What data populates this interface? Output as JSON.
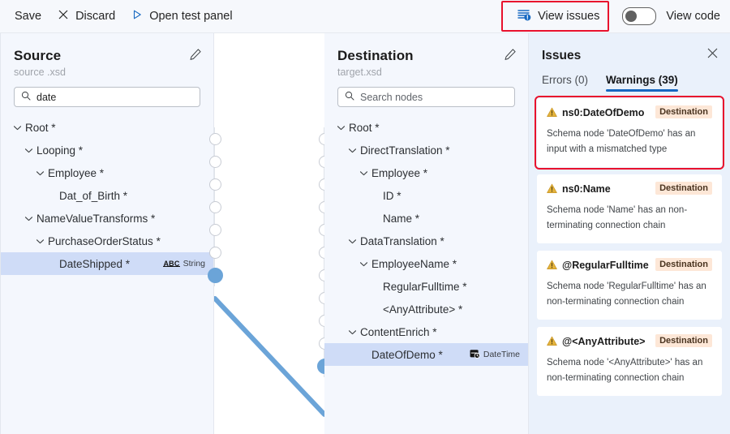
{
  "toolbar": {
    "save_label": "Save",
    "discard_label": "Discard",
    "discard_icon": "close-x-icon",
    "open_test_panel_label": "Open test panel",
    "open_test_panel_icon": "play-triangle-icon",
    "view_issues_label": "View issues",
    "view_issues_icon": "issue-list-badge-icon",
    "view_code_label": "View code",
    "view_code_toggle_state": "off",
    "highlight_color": "#e8112d",
    "accent_color": "#1668c1"
  },
  "source": {
    "title": "Source",
    "subtitle": "source .xsd",
    "edit_icon": "pencil-icon",
    "search": {
      "value": "date",
      "placeholder": "",
      "icon": "search-icon"
    },
    "tree": [
      {
        "label": "Root *",
        "depth": 0,
        "chevron": true,
        "selected": false,
        "type": ""
      },
      {
        "label": "Looping *",
        "depth": 1,
        "chevron": true,
        "selected": false,
        "type": ""
      },
      {
        "label": "Employee *",
        "depth": 2,
        "chevron": true,
        "selected": false,
        "type": ""
      },
      {
        "label": "Dat_of_Birth *",
        "depth": 3,
        "chevron": false,
        "selected": false,
        "type": ""
      },
      {
        "label": "NameValueTransforms *",
        "depth": 1,
        "chevron": true,
        "selected": false,
        "type": ""
      },
      {
        "label": "PurchaseOrderStatus *",
        "depth": 2,
        "chevron": true,
        "selected": false,
        "type": ""
      },
      {
        "label": "DateShipped *",
        "depth": 3,
        "chevron": false,
        "selected": true,
        "type": "String",
        "type_icon": "abc-string-icon"
      }
    ]
  },
  "destination": {
    "title": "Destination",
    "subtitle": "target.xsd",
    "edit_icon": "pencil-icon",
    "search": {
      "value": "",
      "placeholder": "Search nodes",
      "icon": "search-icon"
    },
    "tree": [
      {
        "label": "Root *",
        "depth": 0,
        "chevron": true,
        "selected": false,
        "type": ""
      },
      {
        "label": "DirectTranslation *",
        "depth": 1,
        "chevron": true,
        "selected": false,
        "type": ""
      },
      {
        "label": "Employee *",
        "depth": 2,
        "chevron": true,
        "selected": false,
        "type": ""
      },
      {
        "label": "ID *",
        "depth": 3,
        "chevron": false,
        "selected": false,
        "type": ""
      },
      {
        "label": "Name *",
        "depth": 3,
        "chevron": false,
        "selected": false,
        "type": ""
      },
      {
        "label": "DataTranslation *",
        "depth": 1,
        "chevron": true,
        "selected": false,
        "type": ""
      },
      {
        "label": "EmployeeName *",
        "depth": 2,
        "chevron": true,
        "selected": false,
        "type": ""
      },
      {
        "label": "RegularFulltime *",
        "depth": 3,
        "chevron": false,
        "selected": false,
        "type": ""
      },
      {
        "label": "<AnyAttribute> *",
        "depth": 3,
        "chevron": false,
        "selected": false,
        "type": ""
      },
      {
        "label": "ContentEnrich *",
        "depth": 1,
        "chevron": true,
        "selected": false,
        "type": ""
      },
      {
        "label": "DateOfDemo *",
        "depth": 2,
        "chevron": false,
        "selected": true,
        "type": "DateTime",
        "type_icon": "datetime-calendar-clock-icon"
      }
    ]
  },
  "canvas": {
    "connection": {
      "from_node": "DateShipped *",
      "to_node": "DateOfDemo *",
      "color": "#6ba4d8"
    }
  },
  "issues": {
    "title": "Issues",
    "close_icon": "close-x-icon",
    "tabs": [
      {
        "label": "Errors (0)",
        "active": false
      },
      {
        "label": "Warnings (39)",
        "active": true
      }
    ],
    "items": [
      {
        "node": "ns0:DateOfDemo",
        "scope": "Destination",
        "description": "Schema node 'DateOfDemo' has an input with a mismatched type",
        "icon": "warning-triangle-icon",
        "highlighted": true
      },
      {
        "node": "ns0:Name",
        "scope": "Destination",
        "description": "Schema node 'Name' has an non-terminating connection chain",
        "icon": "warning-triangle-icon",
        "highlighted": false
      },
      {
        "node": "@RegularFulltime",
        "scope": "Destination",
        "description": "Schema node 'RegularFulltime' has an non-terminating connection chain",
        "icon": "warning-triangle-icon",
        "highlighted": false
      },
      {
        "node": "@<AnyAttribute>",
        "scope": "Destination",
        "description": "Schema node '<AnyAttribute>' has an non-terminating connection chain",
        "icon": "warning-triangle-icon",
        "highlighted": false
      }
    ]
  }
}
